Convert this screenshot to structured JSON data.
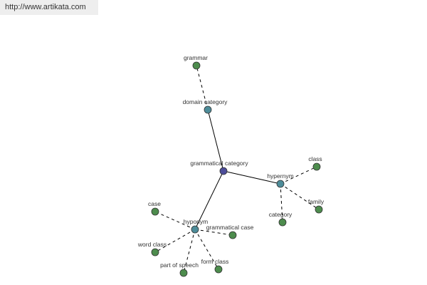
{
  "header": {
    "url": "http://www.artikata.com"
  },
  "colors": {
    "center_node": "#4d4d99",
    "relation_node": "#4d8c99",
    "leaf_node": "#4d8c4d"
  },
  "graph": {
    "nodes": [
      {
        "id": "center",
        "label": "grammatical category",
        "kind": "center"
      },
      {
        "id": "domain_category",
        "label": "domain category",
        "kind": "relation"
      },
      {
        "id": "hypernym",
        "label": "hypernym",
        "kind": "relation"
      },
      {
        "id": "hyponym",
        "label": "hyponym",
        "kind": "relation"
      },
      {
        "id": "grammar",
        "label": "grammar",
        "kind": "leaf"
      },
      {
        "id": "class",
        "label": "class",
        "kind": "leaf"
      },
      {
        "id": "family",
        "label": "family",
        "kind": "leaf"
      },
      {
        "id": "category",
        "label": "category",
        "kind": "leaf"
      },
      {
        "id": "case",
        "label": "case",
        "kind": "leaf"
      },
      {
        "id": "grammatical_case",
        "label": "grammatical case",
        "kind": "leaf"
      },
      {
        "id": "word_class",
        "label": "word class",
        "kind": "leaf"
      },
      {
        "id": "part_of_speech",
        "label": "part of speech",
        "kind": "leaf"
      },
      {
        "id": "form_class",
        "label": "form class",
        "kind": "leaf"
      }
    ],
    "edges": [
      {
        "from": "center",
        "to": "domain_category",
        "style": "solid"
      },
      {
        "from": "center",
        "to": "hypernym",
        "style": "solid"
      },
      {
        "from": "center",
        "to": "hyponym",
        "style": "solid"
      },
      {
        "from": "domain_category",
        "to": "grammar",
        "style": "dashed"
      },
      {
        "from": "hypernym",
        "to": "class",
        "style": "dashed"
      },
      {
        "from": "hypernym",
        "to": "family",
        "style": "dashed"
      },
      {
        "from": "hypernym",
        "to": "category",
        "style": "dashed"
      },
      {
        "from": "hyponym",
        "to": "case",
        "style": "dashed"
      },
      {
        "from": "hyponym",
        "to": "grammatical_case",
        "style": "dashed"
      },
      {
        "from": "hyponym",
        "to": "word_class",
        "style": "dashed"
      },
      {
        "from": "hyponym",
        "to": "part_of_speech",
        "style": "dashed"
      },
      {
        "from": "hyponym",
        "to": "form_class",
        "style": "dashed"
      }
    ]
  }
}
